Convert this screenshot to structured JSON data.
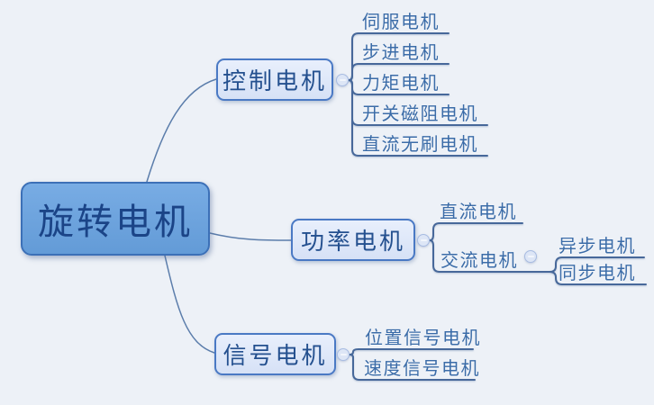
{
  "colors": {
    "background": "#edf1f7",
    "root_fill": "#6ba2dd",
    "root_border": "#3c70b7",
    "root_text": "#1b4487",
    "branch_fill": "#dde7f8",
    "branch_border": "#4a79c4",
    "branch_text": "#24508f",
    "leaf_text": "#3b6ca8",
    "line": "#46689a",
    "curve": "#5b7dab",
    "button_fill": "#dde6f6",
    "button_border": "#a8bce2"
  },
  "mindmap": {
    "root": {
      "label": "旋转电机"
    },
    "branches": [
      {
        "label": "控制电机",
        "children": [
          {
            "label": "伺服电机"
          },
          {
            "label": "步进电机"
          },
          {
            "label": "力矩电机"
          },
          {
            "label": "开关磁阻电机"
          },
          {
            "label": "直流无刷电机"
          }
        ]
      },
      {
        "label": "功率电机",
        "children": [
          {
            "label": "直流电机"
          },
          {
            "label": "交流电机",
            "children": [
              {
                "label": "异步电机"
              },
              {
                "label": "同步电机"
              }
            ]
          }
        ]
      },
      {
        "label": "信号电机",
        "children": [
          {
            "label": "位置信号电机"
          },
          {
            "label": "速度信号电机"
          }
        ]
      }
    ]
  }
}
